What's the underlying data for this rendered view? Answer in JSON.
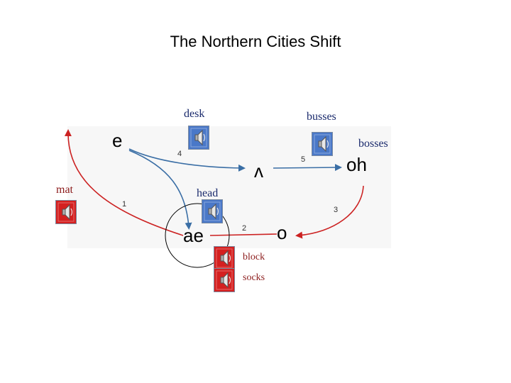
{
  "title": "The Northern Cities Shift",
  "colors": {
    "red_arrow": "#cc2222",
    "blue_arrow": "#3a6ea5",
    "word_blue": "#1a2a6c",
    "word_red": "#8b1a1a",
    "speaker_blue": "#4a78c8",
    "speaker_red": "#d42020"
  },
  "vowels": {
    "e": "e",
    "wedge": "ʌ",
    "oh": "oh",
    "ae": "ae",
    "o": "o"
  },
  "step_numbers": {
    "one": "1",
    "two": "2",
    "three": "3",
    "four": "4",
    "five": "5"
  },
  "words": {
    "desk": "desk",
    "busses": "busses",
    "bosses": "bosses",
    "mat": "mat",
    "head": "head",
    "block": "block",
    "socks": "socks"
  },
  "icons": {
    "sound": "speaker-icon"
  }
}
